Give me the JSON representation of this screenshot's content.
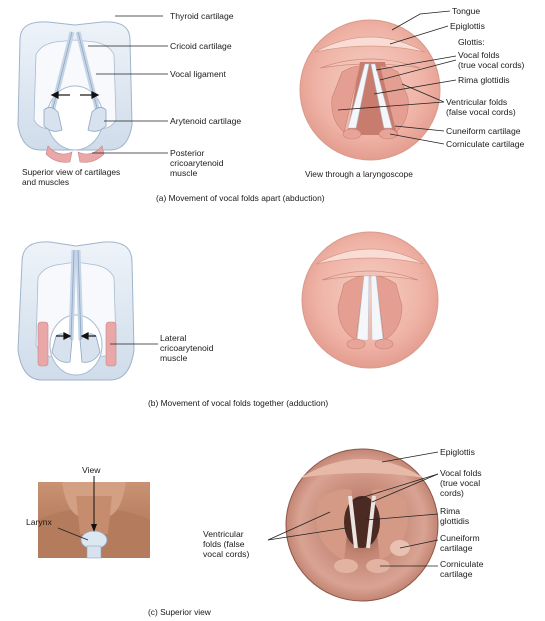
{
  "panel_a": {
    "left_labels": {
      "thyroid": "Thyroid cartilage",
      "cricoid": "Cricoid cartilage",
      "vocal_ligament": "Vocal ligament",
      "arytenoid": "Arytenoid cartilage",
      "posterior_1": "Posterior",
      "posterior_2": "cricoarytenoid",
      "posterior_3": "muscle"
    },
    "left_caption_1": "Superior view of cartilages",
    "left_caption_2": "and muscles",
    "right_labels": {
      "tongue": "Tongue",
      "epiglottis": "Epiglottis",
      "glottis": "Glottis:",
      "vocal_1": "Vocal folds",
      "vocal_2": "(true vocal cords)",
      "rima": "Rima glottidis",
      "ventricular_1": "Ventricular folds",
      "ventricular_2": "(false vocal cords)",
      "cuneiform": "Cuneiform cartilage",
      "corniculate": "Corniculate cartilage"
    },
    "right_caption": "View through a laryngoscope",
    "caption": "(a) Movement of vocal folds apart (abduction)"
  },
  "panel_b": {
    "labels": {
      "lateral_1": "Lateral",
      "lateral_2": "cricoarytenoid",
      "lateral_3": "muscle"
    },
    "caption": "(b) Movement of vocal folds together (adduction)"
  },
  "panel_c": {
    "left_labels": {
      "view": "View",
      "larynx": "Larynx"
    },
    "center_labels": {
      "ventricular_1": "Ventricular",
      "ventricular_2": "folds (false",
      "ventricular_3": "vocal cords)"
    },
    "right_labels": {
      "epiglottis": "Epiglottis",
      "vocal_1": "Vocal folds",
      "vocal_2": "(true vocal",
      "vocal_3": "cords)",
      "rima_1": "Rima",
      "rima_2": "glottidis",
      "cuneiform_1": "Cuneiform",
      "cuneiform_2": "cartilage",
      "corniculate_1": "Corniculate",
      "corniculate_2": "cartilage"
    },
    "caption": "(c) Superior view"
  },
  "colors": {
    "cartilage": "#dde7f2",
    "cartilage_edge": "#9fb4cc",
    "muscle": "#e9a7a7",
    "tissue": "#f1b8ae",
    "photo_tissue": "#c98672"
  }
}
